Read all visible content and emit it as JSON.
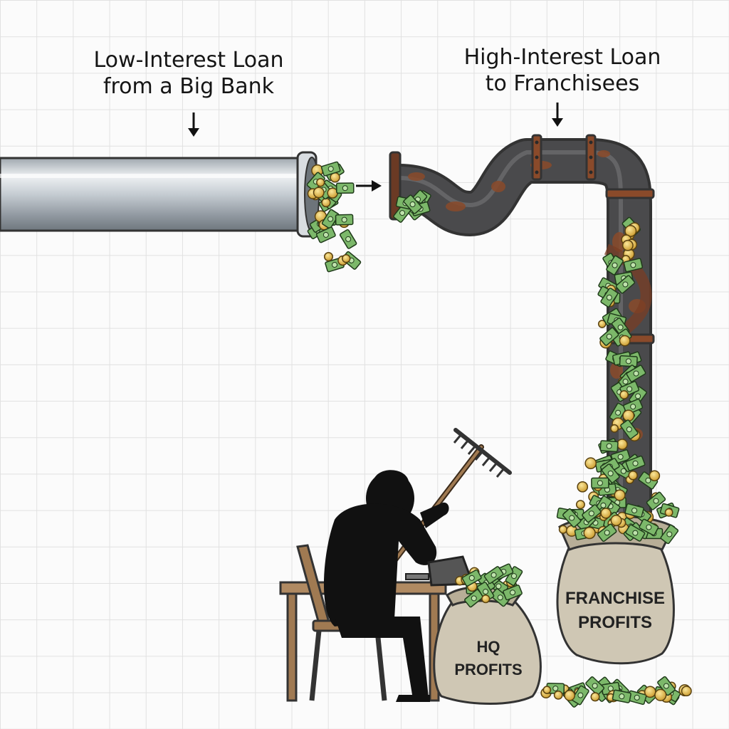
{
  "labels": {
    "low_interest": [
      "Low-Interest Loan",
      "from a Big Bank"
    ],
    "high_interest": [
      "High-Interest Loan",
      "to Franchisees"
    ],
    "franchise_sack": [
      "FRANCHISE",
      "PROFITS"
    ],
    "hq_sack": [
      "HQ",
      "PROFITS"
    ]
  },
  "colors": {
    "clean_pipe": "#c9ced3",
    "rusty_pipe": "#4a4a4c",
    "rust": "#8a4a2a",
    "sack": "#cfc7b4",
    "cash": "#7cb86a",
    "coin": "#e6c34a",
    "figure": "#111111"
  },
  "icons": {
    "arrow": "down-arrow-icon",
    "cash": "banknote-icon",
    "coin": "dollar-coin-icon",
    "tool": "rake-icon"
  }
}
